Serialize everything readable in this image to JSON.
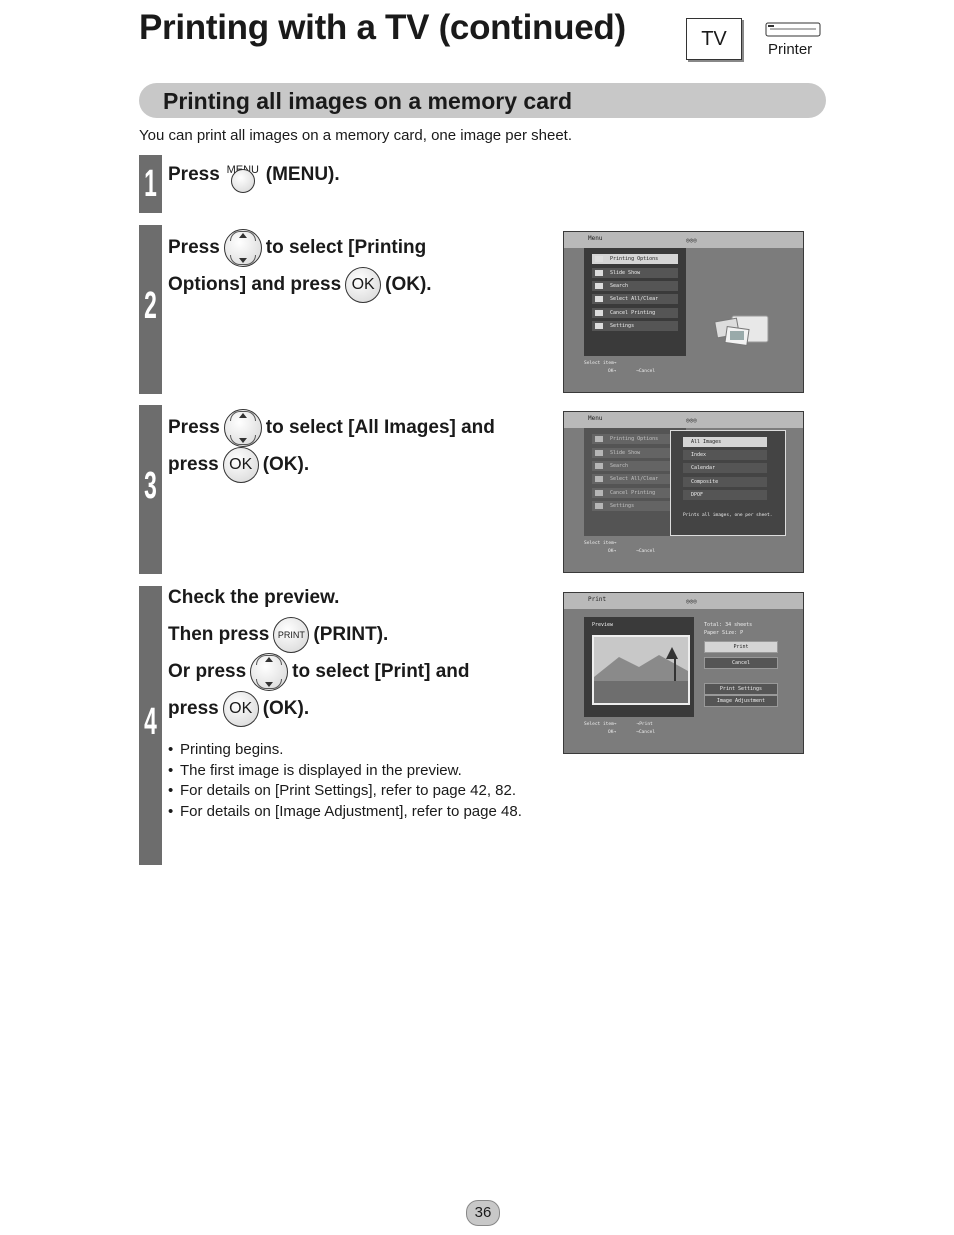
{
  "header": {
    "title": "Printing with a TV (continued)",
    "tv_label": "TV",
    "printer_label": "Printer"
  },
  "section": {
    "title": "Printing all images on a memory card",
    "intro": "You can print all images on a memory card, one image per sheet."
  },
  "buttons": {
    "menu_label": "MENU",
    "ok_label": "OK",
    "print_label": "PRINT"
  },
  "steps": [
    {
      "number": "1",
      "text": {
        "press": "Press",
        "menu": "(MENU)."
      }
    },
    {
      "number": "2",
      "text": {
        "press": "Press",
        "to_select": "to select [Printing",
        "options": "Options] and press",
        "ok": "(OK)."
      }
    },
    {
      "number": "3",
      "text": {
        "press": "Press",
        "to_select": "to select [All Images] and",
        "press2": "press",
        "ok": "(OK)."
      }
    },
    {
      "number": "4",
      "text": {
        "check": "Check the preview.",
        "then_press": "Then press",
        "print": "(PRINT).",
        "or_press": "Or press",
        "to_select": "to select [Print] and",
        "press": "press",
        "ok": "(OK)."
      },
      "notes": [
        "Printing begins.",
        "The first image is displayed in the preview.",
        "For details on [Print Settings], refer to page 42, 82.",
        "For details on [Image Adjustment], refer to page 48."
      ]
    }
  ],
  "screens": {
    "menu": {
      "title": "Menu",
      "items": [
        "Printing Options",
        "Slide Show",
        "Search",
        "Select All/Clear",
        "Cancel Printing",
        "Settings"
      ],
      "footer_1": "Select item→",
      "footer_2": "OK→",
      "footer_3": "→Cancel"
    },
    "submenu": {
      "items": [
        "All Images",
        "Index",
        "Calendar",
        "Composite",
        "DPOF"
      ],
      "description": "Prints all images, one per sheet."
    },
    "print": {
      "title": "Print",
      "preview_label": "Preview",
      "total": "Total:      34 sheets",
      "paper": "Paper Size:   P",
      "buttons": [
        "Print",
        "Cancel",
        "Print Settings",
        "Image Adjustment"
      ],
      "footer_1": "Select item→",
      "footer_2": "OK→",
      "footer_3": "→Print",
      "footer_4": "→Cancel"
    }
  },
  "page_number": "36"
}
